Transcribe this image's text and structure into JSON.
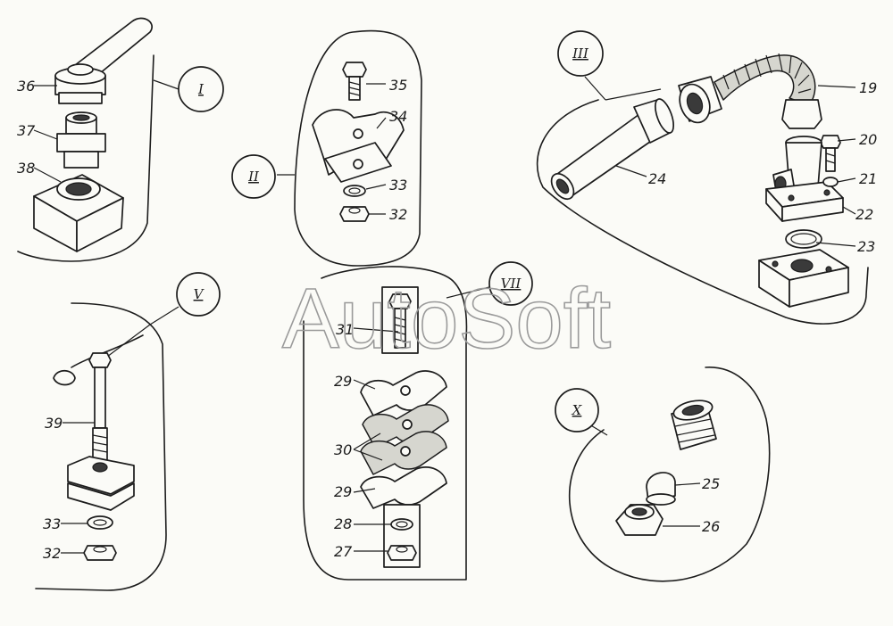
{
  "watermark": "AutoSoft",
  "views": [
    {
      "id": "I",
      "label": "I"
    },
    {
      "id": "II",
      "label": "II"
    },
    {
      "id": "III",
      "label": "III"
    },
    {
      "id": "V",
      "label": "V"
    },
    {
      "id": "VII",
      "label": "VII"
    },
    {
      "id": "X",
      "label": "X"
    }
  ],
  "callouts": {
    "n36": "36",
    "n37": "37",
    "n38": "38",
    "n35": "35",
    "n34": "34",
    "n33_top": "33",
    "n32_top": "32",
    "n19": "19",
    "n20": "20",
    "n21": "21",
    "n22": "22",
    "n23": "23",
    "n24": "24",
    "n39": "39",
    "n33_bottom": "33",
    "n32_bottom": "32",
    "n31": "31",
    "n29_top": "29",
    "n30": "30",
    "n29_bottom": "29",
    "n28": "28",
    "n27": "27",
    "n25": "25",
    "n26": "26"
  }
}
